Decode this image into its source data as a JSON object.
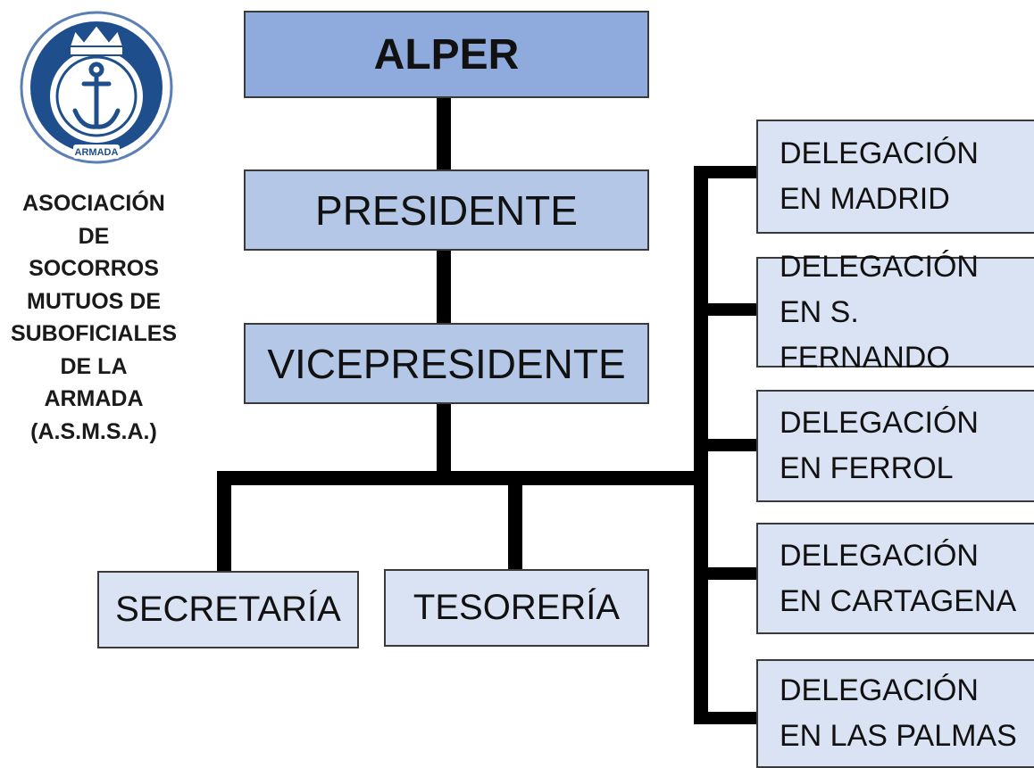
{
  "logo": {
    "icon": "navy-anchor-crown-seal",
    "ring_text": "ARMADA"
  },
  "organization": {
    "lines": [
      "ASOCIACIÓN",
      "DE",
      "SOCORROS",
      "MUTUOS DE",
      "SUBOFICIALES",
      "DE LA",
      "ARMADA",
      "(A.S.M.S.A.)"
    ]
  },
  "chart": {
    "top": "ALPER",
    "president": "PRESIDENTE",
    "vicepresident": "VICEPRESIDENTE",
    "secretaria": "SECRETARÍA",
    "tesoreria": "TESORERÍA",
    "delegations": [
      {
        "line1": "DELEGACIÓN",
        "line2": "EN MADRID"
      },
      {
        "line1": "DELEGACIÓN",
        "line2": "EN S. FERNANDO"
      },
      {
        "line1": "DELEGACIÓN",
        "line2": "EN FERROL"
      },
      {
        "line1": "DELEGACIÓN",
        "line2": "EN CARTAGENA"
      },
      {
        "line1": "DELEGACIÓN",
        "line2": "EN LAS PALMAS"
      }
    ]
  },
  "colors": {
    "top_fill": "#8faadc",
    "mid_fill": "#b4c7e7",
    "low_fill": "#dae3f3",
    "connector": "#000000",
    "logo_blue": "#1f4e8c"
  }
}
